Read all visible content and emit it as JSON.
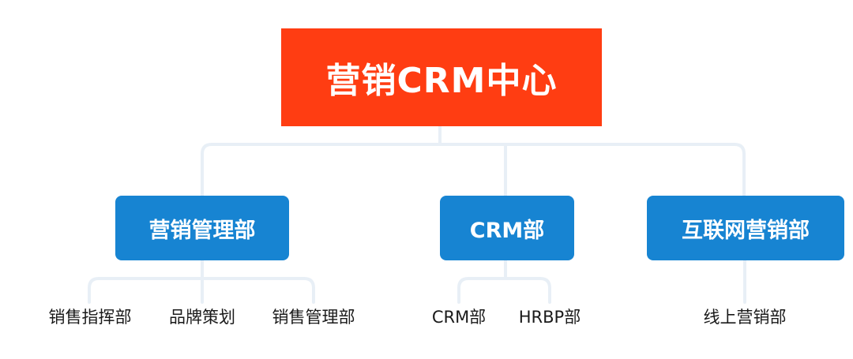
{
  "root": {
    "label": "营销CRM中心",
    "color": "#ff3d12"
  },
  "departments": [
    {
      "label": "营销管理部",
      "children": [
        "销售指挥部",
        "品牌策划",
        "销售管理部"
      ]
    },
    {
      "label": "CRM部",
      "children": [
        "CRM部",
        "HRBP部"
      ]
    },
    {
      "label": "互联网营销部",
      "children": [
        "线上营销部"
      ]
    }
  ],
  "colors": {
    "department_box": "#1784d2",
    "connector": "#e8eff6",
    "leaf_text": "#1a1a1a"
  }
}
